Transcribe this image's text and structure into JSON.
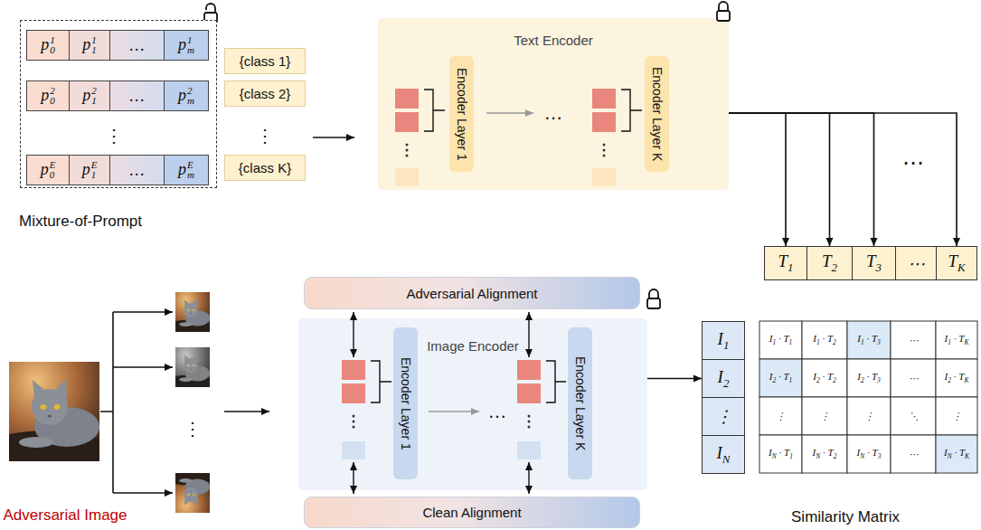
{
  "diagram": {
    "nodes": [
      {
        "text": [
          "Mixture-of-Prompt"
        ]
      },
      {
        "text": [
          "p01"
        ],
        "in": 0
      },
      {
        "text": [
          "p11"
        ],
        "in": 0
      },
      {
        "text": [
          "…"
        ],
        "in": 0
      },
      {
        "text": [
          "pm1"
        ],
        "in": 0
      },
      {
        "text": [
          "p02"
        ],
        "in": 0
      },
      {
        "text": [
          "p12"
        ],
        "in": 0
      },
      {
        "text": [
          "…"
        ],
        "in": 0
      },
      {
        "text": [
          "pm2"
        ],
        "in": 0
      },
      {
        "text": [
          "p0E"
        ],
        "in": 0
      },
      {
        "text": [
          "p1E"
        ],
        "in": 0
      },
      {
        "text": [
          "…"
        ],
        "in": 0
      },
      {
        "text": [
          "pmE"
        ],
        "in": 0
      },
      {
        "text": [
          "{class 1}"
        ]
      },
      {
        "text": [
          "{class 2}"
        ]
      },
      {
        "text": [
          "{class K}"
        ]
      },
      {
        "text": [
          "Text Encoder"
        ]
      },
      {
        "text": [
          "Encoder Layer 1"
        ],
        "in": 16
      },
      {
        "text": [
          "Encoder Layer K"
        ],
        "in": 16
      },
      {
        "text": [
          "T1"
        ]
      },
      {
        "text": [
          "T2"
        ]
      },
      {
        "text": [
          "T3"
        ]
      },
      {
        "text": [
          "⋯"
        ]
      },
      {
        "text": [
          "TK"
        ]
      },
      {
        "text": [
          "Adversarial Alignment"
        ]
      },
      {
        "text": [
          "Image Encoder"
        ]
      },
      {
        "text": [
          "Encoder Layer 1"
        ],
        "in": 25
      },
      {
        "text": [
          "Encoder Layer K"
        ],
        "in": 25
      },
      {
        "text": [
          "Clean Alignment"
        ]
      },
      {
        "text": [
          "I1"
        ]
      },
      {
        "text": [
          "I2"
        ]
      },
      {
        "text": [
          "⋮"
        ]
      },
      {
        "text": [
          "IN"
        ]
      }
    ],
    "edges": [
      {
        "from": 16,
        "to": 19,
        "arrow": "to"
      },
      {
        "from": 16,
        "to": 20,
        "arrow": "to"
      },
      {
        "from": 16,
        "to": 21,
        "arrow": "to"
      },
      {
        "from": 16,
        "to": 23,
        "arrow": "to"
      },
      {
        "from": 25,
        "to": 30,
        "arrow": "to"
      }
    ],
    "labels": [
      "⋮",
      "⋮",
      "…",
      "⋯",
      "⋮",
      "…",
      "Adversarial Image",
      "Similarity Matrix",
      "I1 · T1",
      "I1 · T2",
      "I1 · T3",
      "⋯",
      "I1 · TK",
      "I2 · T1",
      "I2 · T2",
      "I2 · T3",
      "⋯",
      "I2 · TK",
      "⋮",
      "⋮",
      "⋮",
      "⋱",
      "⋮",
      "IN · T1",
      "IN · T2",
      "IN · T3",
      "⋯",
      "IN · TK"
    ]
  }
}
